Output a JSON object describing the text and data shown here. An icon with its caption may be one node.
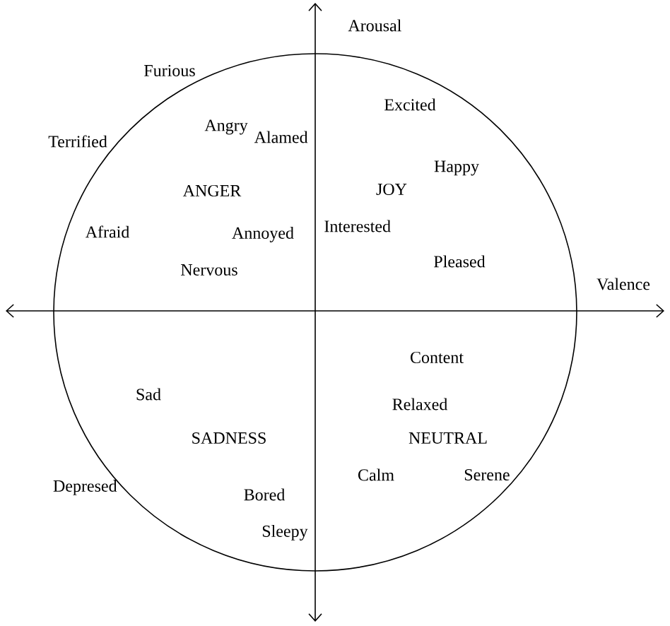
{
  "diagram": {
    "labels": [
      "Arousal",
      "Furious",
      "Excited",
      "Terrified",
      "Angry",
      "Alamed",
      "Happy",
      "ANGER",
      "JOY",
      "Afraid",
      "Annoyed",
      "Interested",
      "Pleased",
      "Nervous",
      "Valence",
      "Content",
      "Sad",
      "Relaxed",
      "SADNESS",
      "NEUTRAL",
      "Calm",
      "Serene",
      "Depresed",
      "Bored",
      "Sleepy"
    ]
  }
}
